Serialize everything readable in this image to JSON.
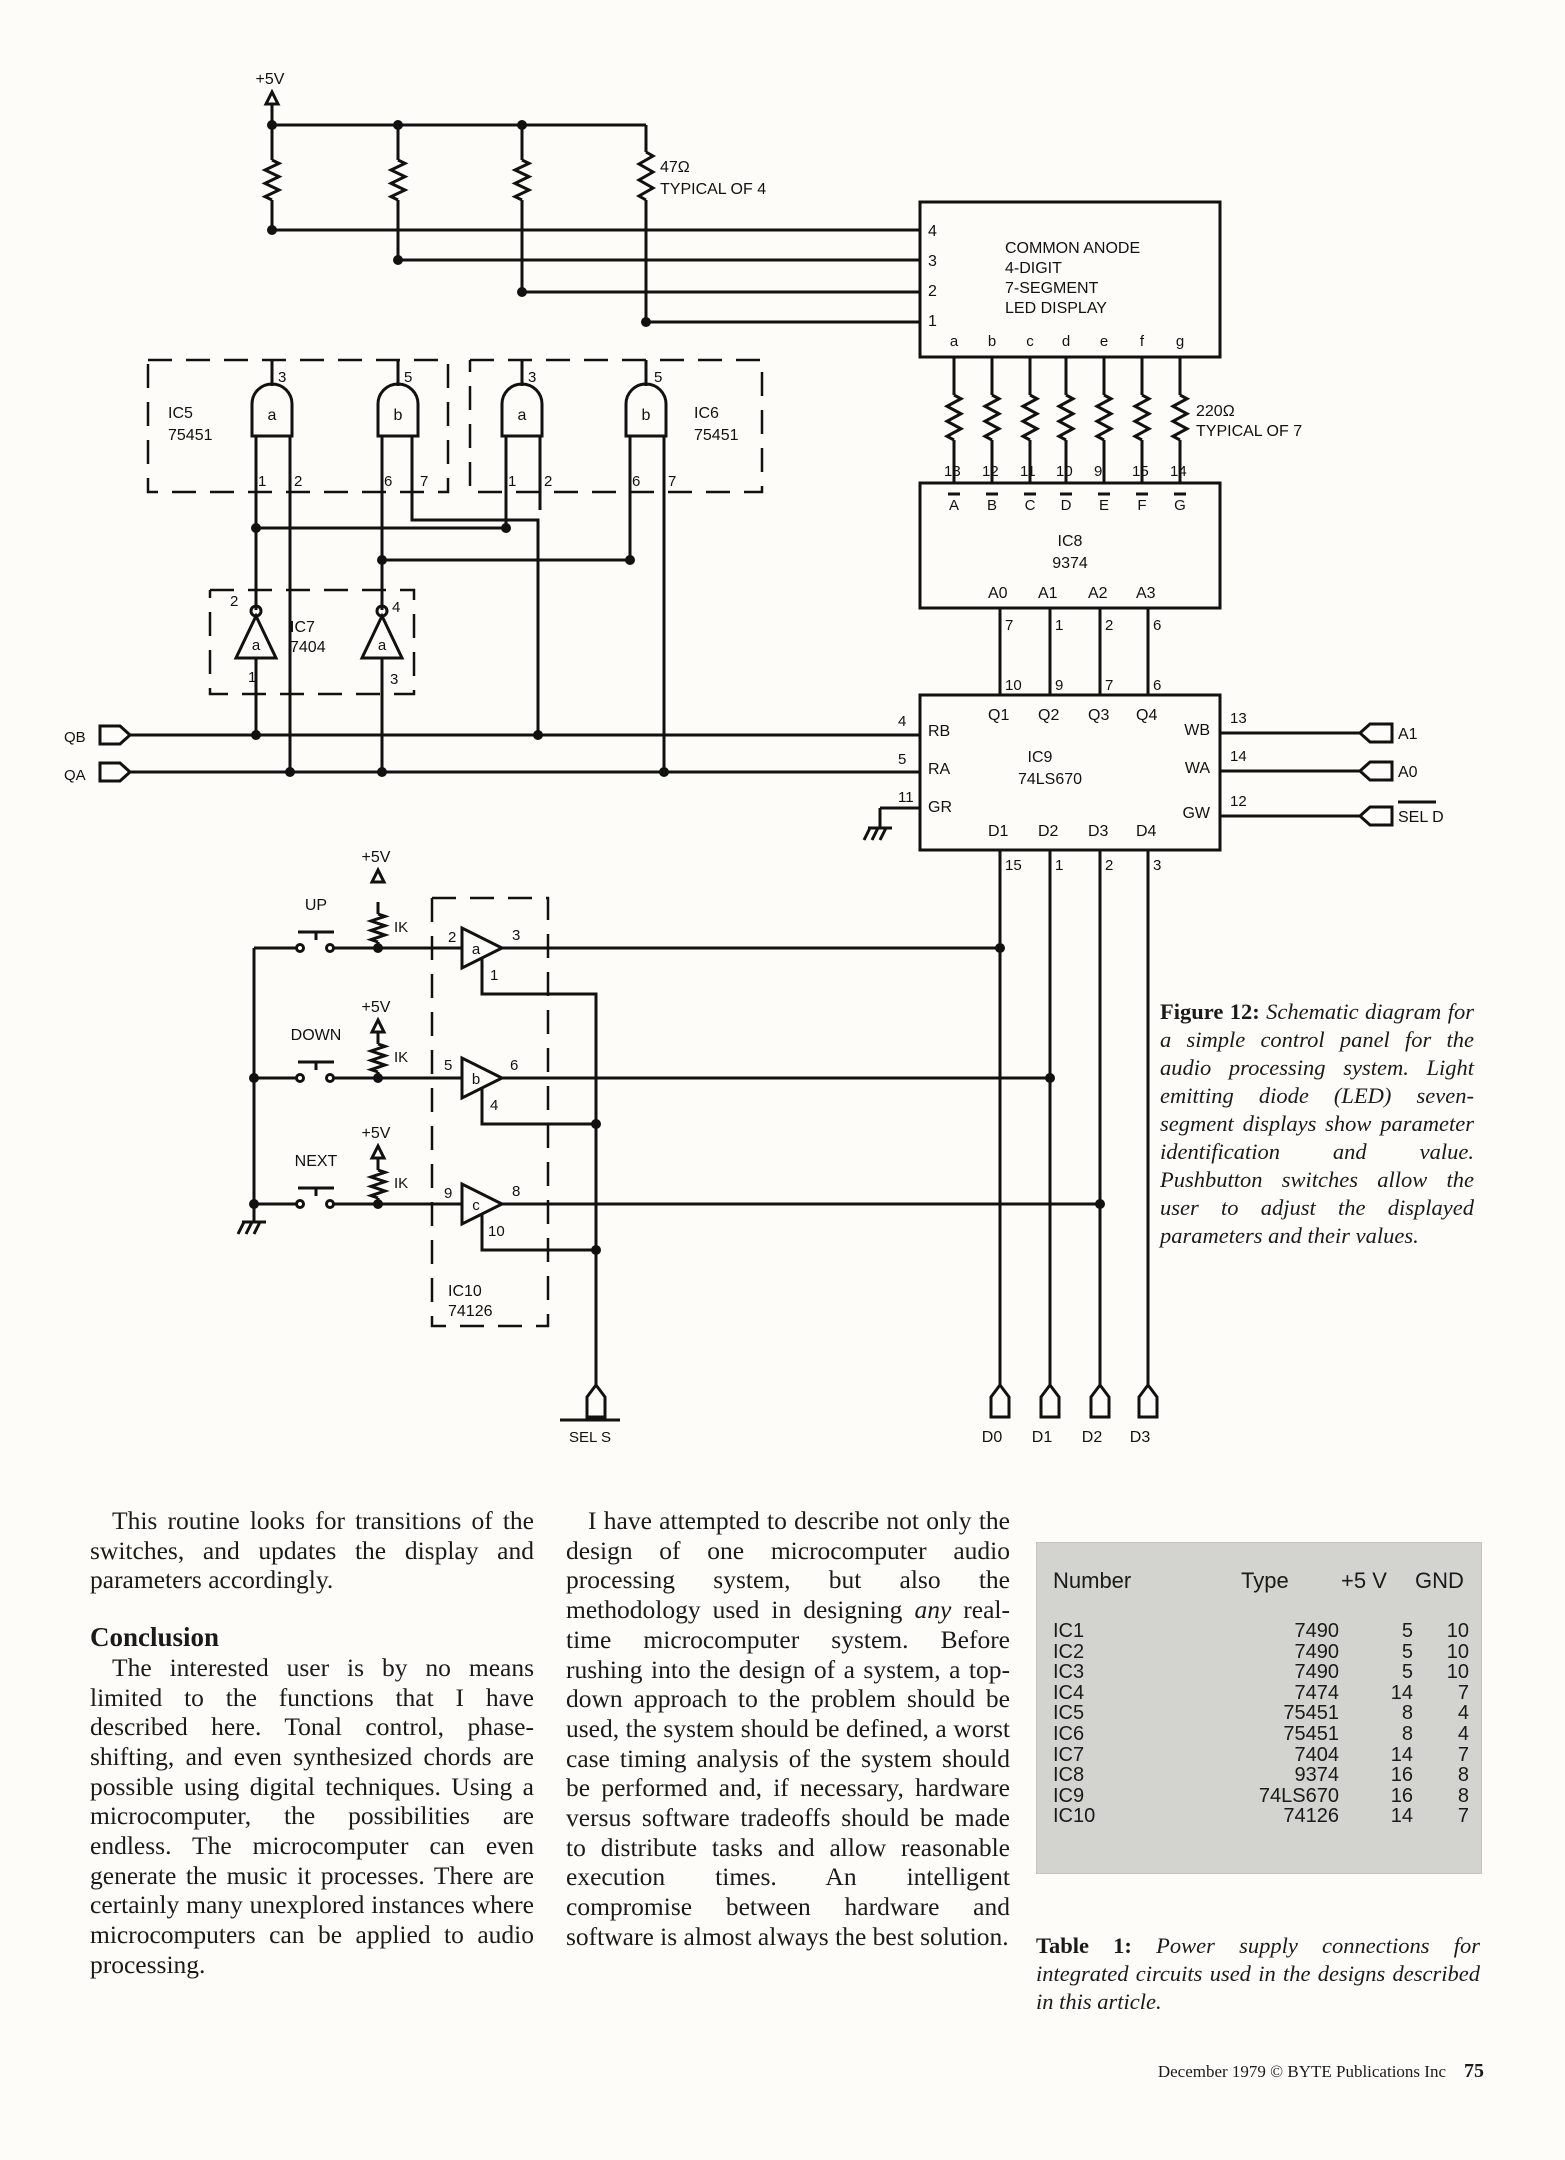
{
  "schematic": {
    "plus5v": "+5V",
    "res_47": "47Ω",
    "typical_of_4": "TYPICAL OF 4",
    "display": [
      "COMMON ANODE",
      "4-DIGIT",
      "7-SEGMENT",
      "LED DISPLAY"
    ],
    "display_pins": [
      "4",
      "3",
      "2",
      "1"
    ],
    "segments": [
      "a",
      "b",
      "c",
      "d",
      "e",
      "f",
      "g"
    ],
    "res_220": "220Ω",
    "typical_of_7": "TYPICAL OF 7",
    "ic8_pins": [
      "13",
      "12",
      "11",
      "10",
      "9",
      "15",
      "14"
    ],
    "ic8_outputs": [
      "A",
      "B",
      "C",
      "D",
      "E",
      "F",
      "G"
    ],
    "ic8_name": "IC8",
    "ic8_type": "9374",
    "ic8_inputs": [
      "A0",
      "A1",
      "A2",
      "A3"
    ],
    "ic8_input_pins": [
      "7",
      "1",
      "2",
      "6"
    ],
    "ic9_name": "IC9",
    "ic9_type": "74LS670",
    "ic9_q": [
      "Q1",
      "Q2",
      "Q3",
      "Q4"
    ],
    "ic9_q_pins": [
      "10",
      "9",
      "7",
      "6"
    ],
    "ic9_d": [
      "D1",
      "D2",
      "D3",
      "D4"
    ],
    "ic9_d_pins": [
      "15",
      "1",
      "2",
      "3"
    ],
    "ic9_left": [
      "RB",
      "RA",
      "GR"
    ],
    "ic9_left_pins": [
      "4",
      "5",
      "11"
    ],
    "ic9_right": [
      "WB",
      "WA",
      "GW"
    ],
    "ic9_right_pins": [
      "13",
      "14",
      "12"
    ],
    "right_terms": [
      "A1",
      "A0",
      "SEL D"
    ],
    "qb": "QB",
    "qa": "QA",
    "ic5": [
      "IC5",
      "75451"
    ],
    "ic6": [
      "IC6",
      "75451"
    ],
    "ic7": [
      "IC7",
      "7404"
    ],
    "ic10": [
      "IC10",
      "74126"
    ],
    "gate_a": "a",
    "gate_b": "b",
    "gate_c": "c",
    "ic5_pins": [
      "3",
      "5",
      "1",
      "2",
      "6",
      "7"
    ],
    "ic6_pins": [
      "3",
      "5",
      "1",
      "2",
      "6",
      "7"
    ],
    "ic7_pins": [
      "2",
      "4",
      "1",
      "3"
    ],
    "ic10_pins": [
      "2",
      "3",
      "1",
      "5",
      "6",
      "4",
      "9",
      "8",
      "10"
    ],
    "switches": [
      "UP",
      "DOWN",
      "NEXT"
    ],
    "res_1k": "IK",
    "sel_s": "SEL S",
    "d_terms": [
      "D0",
      "D1",
      "D2",
      "D3"
    ]
  },
  "figure_caption": {
    "label": "Figure 12:",
    "text": "Schematic diagram for a simple control panel for the audio processing system. Light emitting diode (LED) seven-segment displays show parameter identification and value. Pushbutton switches allow the user to adjust the displayed parameters and their values."
  },
  "article": {
    "col1_p1": "This routine looks for transitions of the switches, and updates the display and parameters accordingly.",
    "conclusion_heading": "Conclusion",
    "col1_p2": "The interested user is by no means limited to the functions that I have described here. Tonal control, phase-shifting, and even synthesized chords are possible using digital techniques. Using a microcomputer, the possibilities are endless. The microcomputer can even generate the music it processes. There are certainly many unexplored instances where microcomputers can be applied to audio processing.",
    "col2_before": "I have attempted to describe not only the design of one microcomputer audio processing system, but also the methodology used in designing ",
    "col2_em": "any",
    "col2_after": " real-time microcomputer system. Before rushing into the design of a system, a top-down approach to the problem should be used, the system should be defined, a worst case timing analysis of the system should be performed and, if necessary, hardware versus software tradeoffs should be made to distribute tasks and allow reasonable execution times. An intelligent compromise between hardware and software is almost always the best solution."
  },
  "table": {
    "headers": [
      "Number",
      "Type",
      "+5 V",
      "GND"
    ],
    "rows": [
      [
        "IC1",
        "7490",
        "5",
        "10"
      ],
      [
        "IC2",
        "7490",
        "5",
        "10"
      ],
      [
        "IC3",
        "7490",
        "5",
        "10"
      ],
      [
        "IC4",
        "7474",
        "14",
        "7"
      ],
      [
        "IC5",
        "75451",
        "8",
        "4"
      ],
      [
        "IC6",
        "75451",
        "8",
        "4"
      ],
      [
        "IC7",
        "7404",
        "14",
        "7"
      ],
      [
        "IC8",
        "9374",
        "16",
        "8"
      ],
      [
        "IC9",
        "74LS670",
        "16",
        "8"
      ],
      [
        "IC10",
        "74126",
        "14",
        "7"
      ]
    ]
  },
  "table_caption": {
    "label": "Table 1:",
    "text": "Power supply connections for integrated circuits used in the designs described in this article."
  },
  "footer": {
    "text": "December 1979 © BYTE Publications Inc",
    "page": "75"
  }
}
